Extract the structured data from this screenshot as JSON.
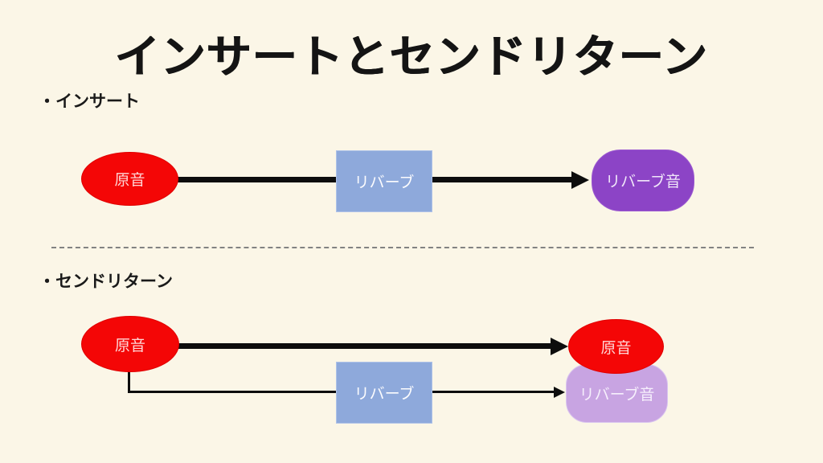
{
  "title": "インサートとセンドリターン",
  "insert_section": {
    "label": "・インサート",
    "source": "原音",
    "effect": "リバーブ",
    "output": "リバーブ音"
  },
  "send_return_section": {
    "label": "・センドリターン",
    "source": "原音",
    "effect": "リバーブ",
    "dry_output": "原音",
    "wet_output": "リバーブ音"
  },
  "colors": {
    "background": "#FBF6E7",
    "source_red": "#F40606",
    "effect_blue": "#8EA9DB",
    "output_purple": "#8C44C6",
    "wet_output_light_purple": "#C8A4E2",
    "arrow_black": "#0D0D0D",
    "divider_gray": "#828282",
    "title_black": "#141414"
  }
}
